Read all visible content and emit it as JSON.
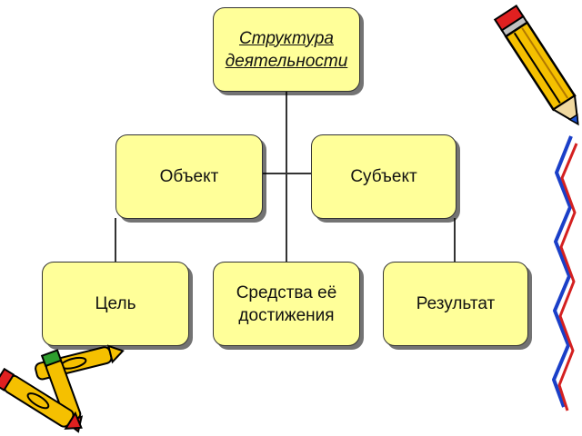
{
  "colors": {
    "node_fill": "#FFFF99",
    "node_border": "#333333",
    "connector": "#333333",
    "pencil_yellow": "#F5C000",
    "pencil_blue": "#1A4FD0",
    "pencil_red": "#E02020",
    "swoosh_blue": "#1A3FC8",
    "swoosh_red": "#D42020"
  },
  "diagram": {
    "root": {
      "line1": "Структура",
      "line2": "деятельности"
    },
    "object_node": {
      "label": "Объект"
    },
    "subject_node": {
      "label": "Субъект"
    },
    "goal_node": {
      "label": "Цель"
    },
    "means_node": {
      "line1": "Средства её",
      "line2": "достижения"
    },
    "result_node": {
      "label": "Результат"
    }
  },
  "decorations": [
    "pencil-icon",
    "crayons-icon",
    "zigzag-swoosh-icon"
  ]
}
